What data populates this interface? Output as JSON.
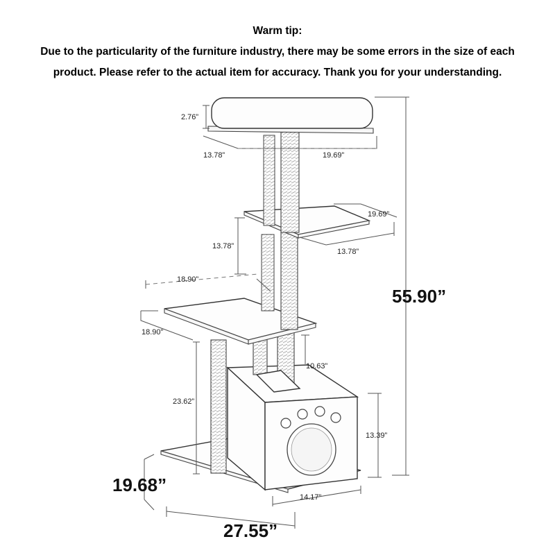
{
  "header": {
    "title": "Warm tip:",
    "line1": "Due to the particularity of the furniture industry, there may be some errors in the size of each",
    "line2": "product. Please refer to the actual item for accuracy. Thank you for your understanding."
  },
  "dimensions": {
    "top_perch_thickness": "2.76”",
    "top_perch_depth": "13.78”",
    "top_perch_width": "19.69”",
    "mid_platform_width": "19.69”",
    "mid_platform_height": "13.78”",
    "mid_platform_depth": "13.78”",
    "left_platform_width": "18.90”",
    "left_platform_depth": "18.90”",
    "condo_post_height": "10.63”",
    "lower_post_height": "23.62”",
    "condo_height": "13.39”",
    "condo_width": "14.17”",
    "total_height": "55.90”",
    "base_depth": "19.68”",
    "base_width": "27.55”"
  }
}
